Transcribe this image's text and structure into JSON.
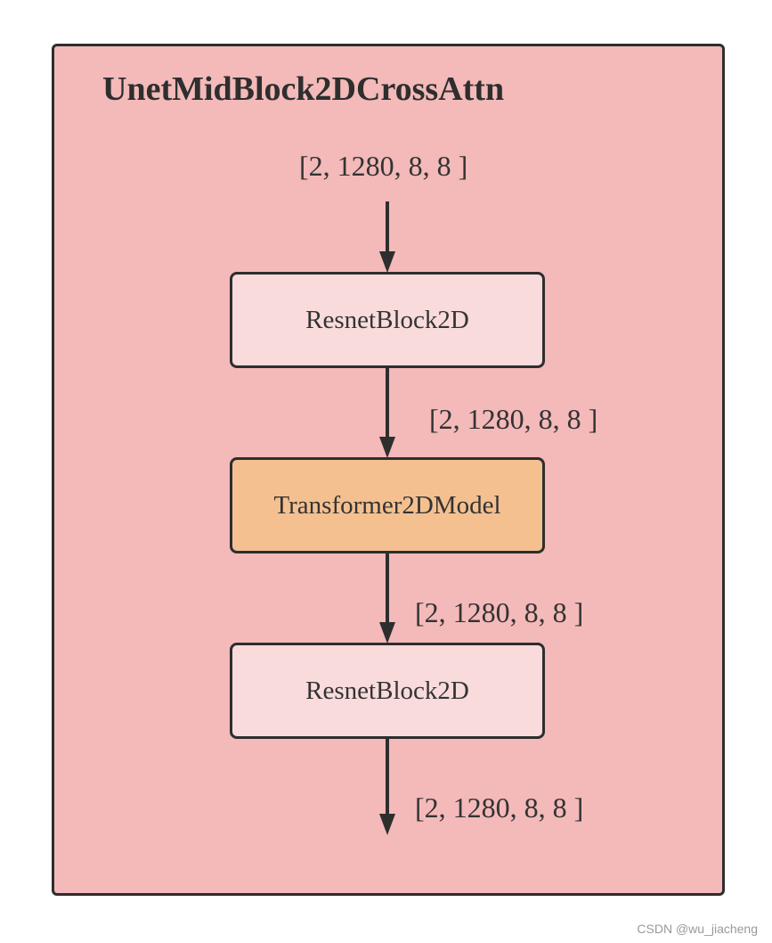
{
  "diagram": {
    "title": "UnetMidBlock2DCrossAttn",
    "input_shape": "[2, 1280, 8, 8 ]",
    "nodes": [
      {
        "label": "ResnetBlock2D"
      },
      {
        "label": "Transformer2DModel"
      },
      {
        "label": "ResnetBlock2D"
      }
    ],
    "edge_labels": [
      "[2, 1280, 8, 8 ]",
      "[2, 1280, 8, 8 ]",
      "[2, 1280, 8, 8 ]"
    ]
  },
  "colors": {
    "frame_fill": "#f4b9b9",
    "resnet_fill": "#f9dbdb",
    "transformer_fill": "#f4c090",
    "stroke": "#2e2e2e"
  },
  "watermark": "CSDN @wu_jiacheng"
}
